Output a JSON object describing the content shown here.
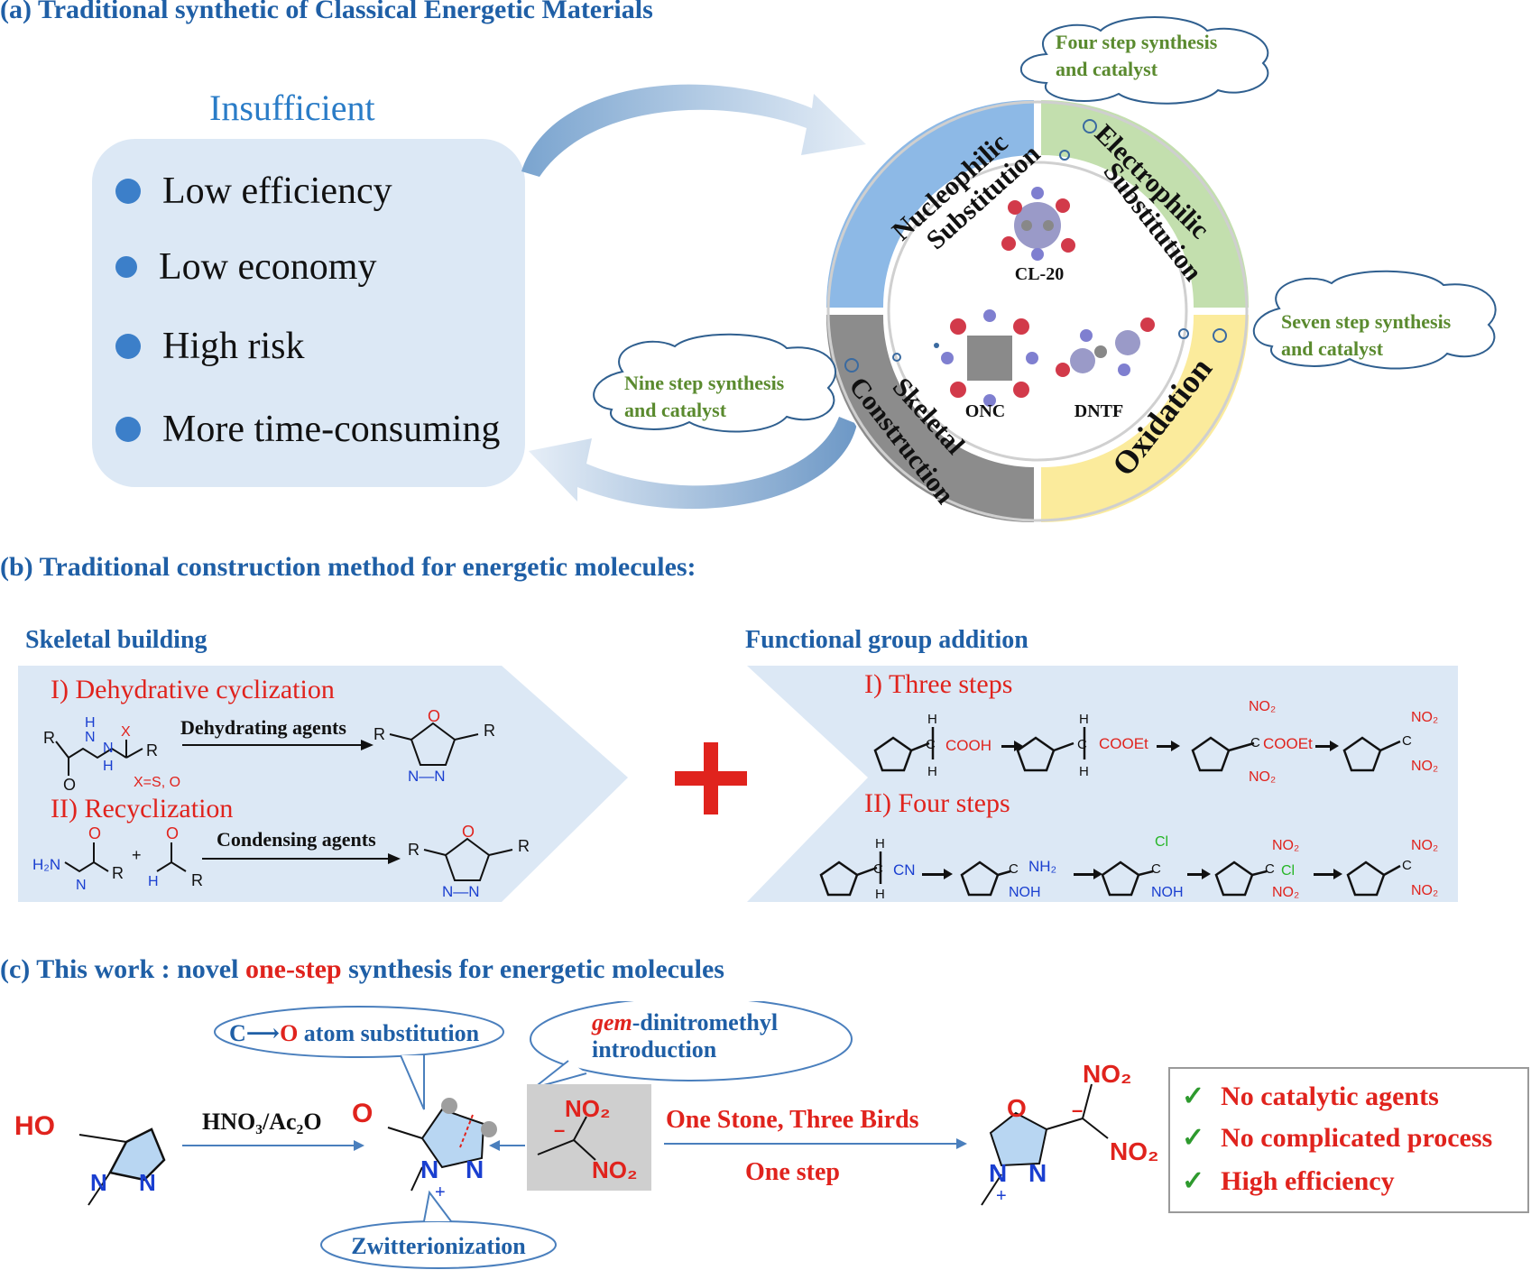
{
  "section_a": {
    "title": "(a) Traditional synthetic of Classical Energetic Materials",
    "insufficient_title": "Insufficient",
    "bullets": [
      "Low efficiency",
      "Low economy",
      "High risk",
      "More time-consuming"
    ],
    "ring_segments": {
      "nucleophilic": [
        "Nucleophilic",
        "Substitution"
      ],
      "electrophilic": [
        "Electrophilic",
        "Substitution"
      ],
      "oxidation": "Oxidation",
      "skeletal": [
        "Skeletal",
        "Construction"
      ]
    },
    "molecules": [
      "CL-20",
      "ONC",
      "DNTF"
    ],
    "clouds": {
      "four": [
        "Four step synthesis",
        "and catalyst"
      ],
      "seven": [
        "Seven step synthesis",
        "and catalyst"
      ],
      "nine": [
        "Nine step synthesis",
        "and catalyst"
      ]
    }
  },
  "section_b": {
    "title": "(b) Traditional construction method for energetic molecules:",
    "skeletal_title": "Skeletal building",
    "functional_title": "Functional group addition",
    "dehydrative": "I) Dehydrative cyclization",
    "recyclization": "II) Recyclization",
    "dehydrating_agents": "Dehydrating agents",
    "condensing_agents": "Condensing agents",
    "xso": "X=S, O",
    "three_steps": "I) Three steps",
    "four_steps": "II) Four steps",
    "labels": {
      "R": "R",
      "X": "X",
      "O": "O",
      "N": "N",
      "H": "H",
      "NN": "N—N",
      "H2N": "H₂N",
      "COOH": "COOH",
      "COOEt": "COOEt",
      "NO2": "NO₂",
      "CN": "CN",
      "NH2": "NH₂",
      "NOH": "NOH",
      "Cl": "Cl",
      "C": "C"
    }
  },
  "section_c": {
    "title_pre": "(c) This work : novel ",
    "title_red": "one-step",
    "title_post": " synthesis for energetic molecules",
    "callout_co_c": "C",
    "callout_co_o": "O",
    "callout_co_rest": " atom substitution",
    "callout_gem_italic": "gem",
    "callout_gem_rest": "-dinitromethyl",
    "callout_gem_line2": "introduction",
    "zwitter": "Zwitterionization",
    "reagent": "HNO₃/Ac₂O",
    "one_stone": "One Stone, Three Birds",
    "one_step": "One step",
    "ho": "HO",
    "n": "N",
    "o": "O",
    "no2": "NO₂",
    "minus": "–",
    "plus": "+",
    "benefits": [
      "No catalytic agents",
      "No complicated process",
      "High efficiency"
    ],
    "check_mark": "✓"
  },
  "colors": {
    "title_blue": "#1f5fa6",
    "red": "#e0231d",
    "panel_blue": "#dce8f5",
    "ring_blue": "#8db9e6",
    "ring_green": "#c3dfae",
    "ring_yellow": "#fbeb9c",
    "ring_gray": "#8c8c8c",
    "cloud_text": "#5a8a2e"
  }
}
